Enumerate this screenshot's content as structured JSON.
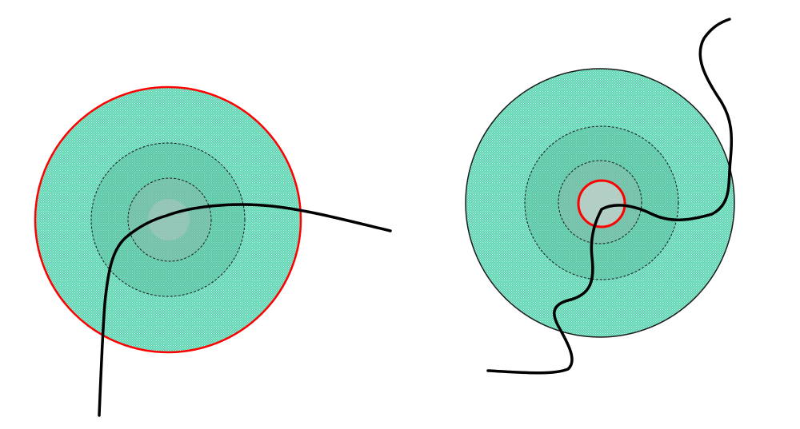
{
  "colors": {
    "background": "#ffffff",
    "fill": "#5fd6b3",
    "fill_dither": "#ffffff",
    "highlight": "#ff0000",
    "ring_stroke": "#1a1a1a",
    "curve": "#000000"
  },
  "diagrams": [
    {
      "name": "left",
      "highlighted_ring": "outer",
      "rings": [
        "outer",
        "middle",
        "inner",
        "core"
      ]
    },
    {
      "name": "right",
      "highlighted_ring": "core",
      "rings": [
        "outer",
        "middle",
        "inner",
        "core"
      ]
    }
  ]
}
